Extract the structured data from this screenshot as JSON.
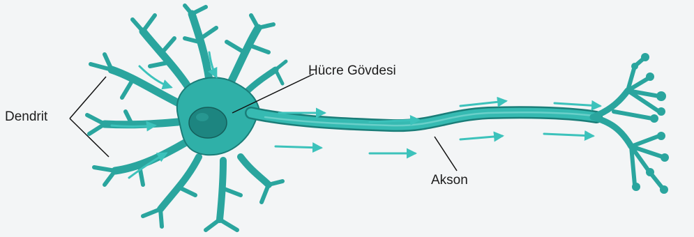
{
  "labels": {
    "dendrite": "Dendrit",
    "cell_body": "Hücre Gövdesi",
    "axon": "Akson"
  },
  "colors": {
    "background": "#f3f5f6",
    "neuron_fill": "#2fb0a8",
    "neuron_stroke": "#1a7d78",
    "nucleus": "#1d8580",
    "arrow": "#3cc2bb",
    "leader_line": "#111111"
  }
}
